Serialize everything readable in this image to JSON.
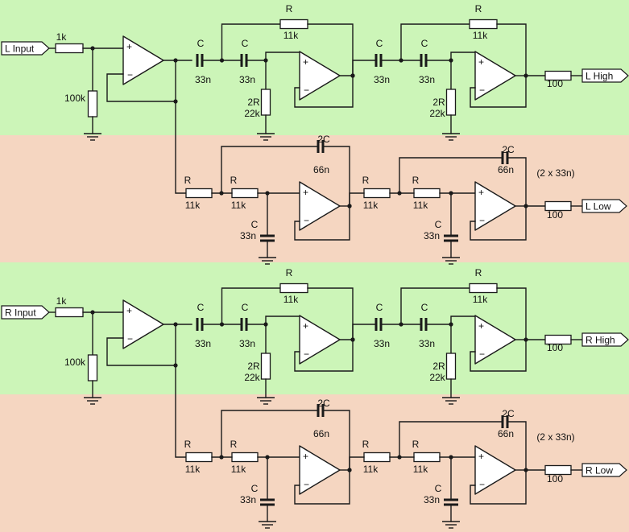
{
  "colors": {
    "high_band": "#ccf5b8",
    "low_band": "#f5d6c1",
    "wire": "#1a1a1a"
  },
  "channels": [
    {
      "key": "L",
      "input_label": "L Input",
      "high_label": "L High",
      "low_label": "L Low",
      "input_res": "1k",
      "pulldown_res": "100k",
      "hp_stages": [
        {
          "c1": {
            "name": "C",
            "value": "33n"
          },
          "c2": {
            "name": "C",
            "value": "33n"
          },
          "rf": {
            "name": "R",
            "value": "11k"
          },
          "rg": {
            "name": "2R",
            "value": "22k"
          }
        },
        {
          "c1": {
            "name": "C",
            "value": "33n"
          },
          "c2": {
            "name": "C",
            "value": "33n"
          },
          "rf": {
            "name": "R",
            "value": "11k"
          },
          "rg": {
            "name": "2R",
            "value": "22k"
          }
        }
      ],
      "lp_stages": [
        {
          "r1": {
            "name": "R",
            "value": "11k"
          },
          "r2": {
            "name": "R",
            "value": "11k"
          },
          "cf": {
            "name": "2C",
            "value": "66n"
          },
          "cg": {
            "name": "C",
            "value": "33n"
          }
        },
        {
          "r1": {
            "name": "R",
            "value": "11k"
          },
          "r2": {
            "name": "R",
            "value": "11k"
          },
          "cf": {
            "name": "2C",
            "value": "66n"
          },
          "cg": {
            "name": "C",
            "value": "33n"
          }
        }
      ],
      "out_res_high": "100",
      "out_res_low": "100",
      "cap_note": "(2 x 33n)"
    },
    {
      "key": "R",
      "input_label": "R Input",
      "high_label": "R High",
      "low_label": "R Low",
      "input_res": "1k",
      "pulldown_res": "100k",
      "hp_stages": [
        {
          "c1": {
            "name": "C",
            "value": "33n"
          },
          "c2": {
            "name": "C",
            "value": "33n"
          },
          "rf": {
            "name": "R",
            "value": "11k"
          },
          "rg": {
            "name": "2R",
            "value": "22k"
          }
        },
        {
          "c1": {
            "name": "C",
            "value": "33n"
          },
          "c2": {
            "name": "C",
            "value": "33n"
          },
          "rf": {
            "name": "R",
            "value": "11k"
          },
          "rg": {
            "name": "2R",
            "value": "22k"
          }
        }
      ],
      "lp_stages": [
        {
          "r1": {
            "name": "R",
            "value": "11k"
          },
          "r2": {
            "name": "R",
            "value": "11k"
          },
          "cf": {
            "name": "2C",
            "value": "66n"
          },
          "cg": {
            "name": "C",
            "value": "33n"
          }
        },
        {
          "r1": {
            "name": "R",
            "value": "11k"
          },
          "r2": {
            "name": "R",
            "value": "11k"
          },
          "cf": {
            "name": "2C",
            "value": "66n"
          },
          "cg": {
            "name": "C",
            "value": "33n"
          }
        }
      ],
      "out_res_high": "100",
      "out_res_low": "100",
      "cap_note": "(2 x 33n)"
    }
  ]
}
